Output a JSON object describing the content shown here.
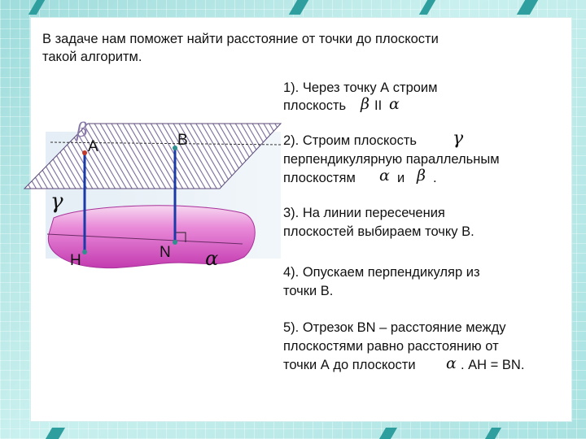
{
  "slide": {
    "intro_line1": "В задаче нам поможет найти расстояние от точки до плоскости",
    "intro_line2": "такой алгоритм.",
    "step1_line1": "1). Через точку А строим",
    "step1_line2": "плоскость",
    "step1_rel": "II",
    "step2_line1": "2). Строим плоскость",
    "step2_line2": "перпендикулярную параллельным",
    "step2_line3": "плоскостям",
    "step2_and": "и",
    "step2_end": ".",
    "step3_line1": "3). На линии пересечения",
    "step3_line2": "плоскостей выбираем точку В.",
    "step4_line1": "4). Опускаем перпендикуляр из",
    "step4_line2": "точки В.",
    "step5_line1": "5). Отрезок BN – расстояние между",
    "step5_line2": "плоскостями равно расстоянию от",
    "step5_line3": "точки А до плоскости",
    "step5_line3_end": ". АН = BN."
  },
  "symbols": {
    "alpha": "α",
    "beta": "β",
    "gamma": "γ"
  },
  "diagram": {
    "point_A": "A",
    "point_B": "B",
    "point_H": "H",
    "point_N": "N",
    "plane_beta": "β",
    "plane_gamma": "γ",
    "plane_alpha": "α"
  },
  "colors": {
    "text": "#111111",
    "segment": "#1a3aa8",
    "purple_plane": "#d24fc0",
    "hatch_plane": "#7a6a9a",
    "background": "#bfe9e6"
  }
}
